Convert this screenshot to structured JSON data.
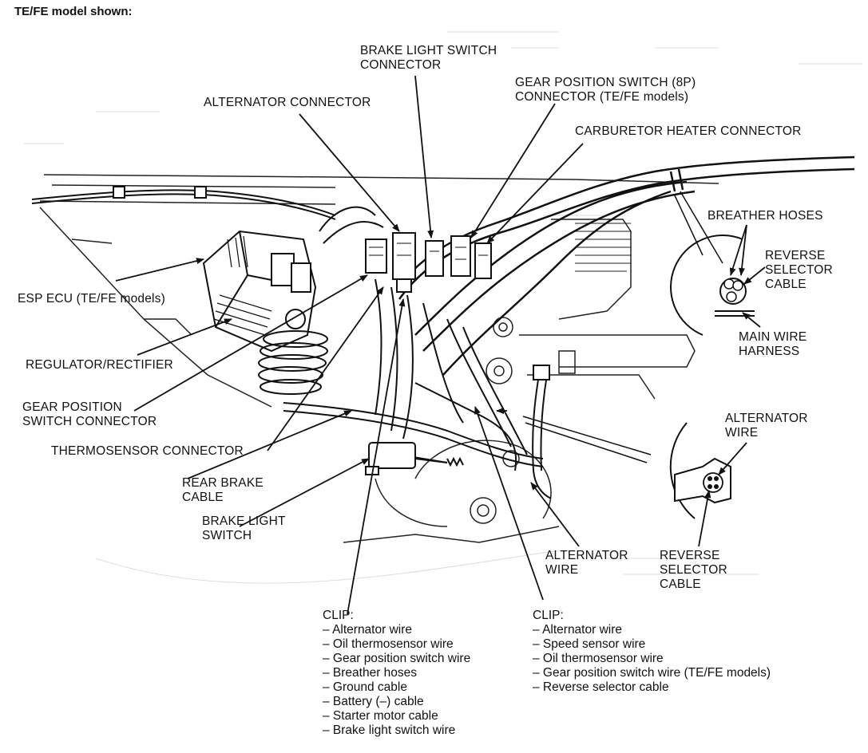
{
  "heading": "TE/FE model shown:",
  "labels": {
    "brake_light_switch_connector": [
      "BRAKE LIGHT SWITCH",
      "CONNECTOR"
    ],
    "gear_position_switch_8p": [
      "GEAR POSITION SWITCH (8P)",
      "CONNECTOR (TE/FE models)"
    ],
    "alternator_connector": [
      "ALTERNATOR CONNECTOR"
    ],
    "carburetor_heater_connector": [
      "CARBURETOR HEATER CONNECTOR"
    ],
    "breather_hoses": [
      "BREATHER HOSES"
    ],
    "reverse_selector_cable_top": [
      "REVERSE",
      "SELECTOR",
      "CABLE"
    ],
    "main_wire_harness": [
      "MAIN WIRE",
      "HARNESS"
    ],
    "esp_ecu": [
      "ESP ECU (TE/FE models)"
    ],
    "regulator_rectifier": [
      "REGULATOR/RECTIFIER"
    ],
    "gear_position_switch_connector": [
      "GEAR POSITION",
      "SWITCH CONNECTOR"
    ],
    "thermosensor_connector": [
      "THERMOSENSOR CONNECTOR"
    ],
    "rear_brake_cable": [
      "REAR BRAKE",
      "CABLE"
    ],
    "brake_light_switch": [
      "BRAKE LIGHT",
      "SWITCH"
    ],
    "alternator_wire_right": [
      "ALTERNATOR",
      "WIRE"
    ],
    "alternator_wire_bottom": [
      "ALTERNATOR",
      "WIRE"
    ],
    "reverse_selector_cable_bottom": [
      "REVERSE",
      "SELECTOR",
      "CABLE"
    ]
  },
  "clip_left": {
    "title": "CLIP:",
    "items": [
      "– Alternator wire",
      "– Oil thermosensor wire",
      "– Gear position switch wire",
      "– Breather hoses",
      "– Ground cable",
      "– Battery (–) cable",
      "– Starter motor cable",
      "– Brake light switch wire"
    ]
  },
  "clip_right": {
    "title": "CLIP:",
    "items": [
      "– Alternator wire",
      "– Speed sensor wire",
      "– Oil thermosensor wire",
      "– Gear position switch wire (TE/FE models)",
      "– Reverse selector cable"
    ]
  }
}
